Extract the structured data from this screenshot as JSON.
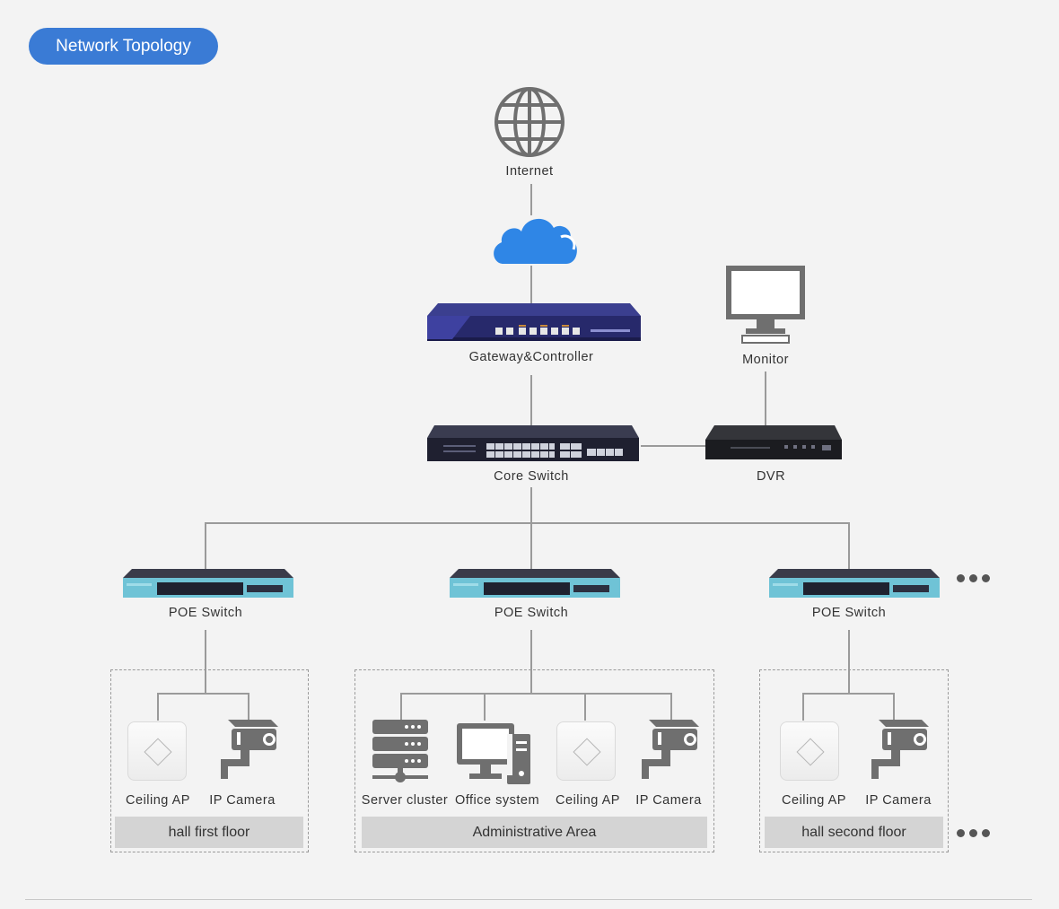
{
  "header": {
    "title": "Network Topology"
  },
  "nodes": {
    "internet": "Internet",
    "gateway": "Gateway&Controller",
    "monitor": "Monitor",
    "core_switch": "Core Switch",
    "dvr": "DVR",
    "poe_switch_1": "POE Switch",
    "poe_switch_2": "POE Switch",
    "poe_switch_3": "POE Switch"
  },
  "areas": [
    {
      "name": "hall first floor",
      "devices": [
        "Ceiling AP",
        "IP Camera"
      ]
    },
    {
      "name": "Administrative Area",
      "devices": [
        "Server cluster",
        "Office system",
        "Ceiling AP",
        "IP Camera"
      ]
    },
    {
      "name": "hall second floor",
      "devices": [
        "Ceiling AP",
        "IP Camera"
      ]
    }
  ],
  "colors": {
    "accent": "#3a7bd5",
    "cloud": "#2f86e6",
    "line": "#9a9a9a",
    "icon": "#6f6f6f",
    "poe_front": "#6fc3d6"
  },
  "icons": [
    "globe-icon",
    "cloud-icon",
    "monitor-icon",
    "server-icon",
    "computer-icon",
    "camera-icon",
    "access-point-icon",
    "more-icon"
  ]
}
